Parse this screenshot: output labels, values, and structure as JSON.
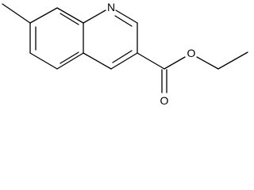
{
  "molecule": {
    "atom_labels": {
      "ring_nitrogen": "N",
      "carbonyl_oxygen": "O",
      "ester_oxygen": "O"
    },
    "colors": {
      "bond": "#000000",
      "label": "#000000",
      "background": "#ffffff"
    }
  }
}
